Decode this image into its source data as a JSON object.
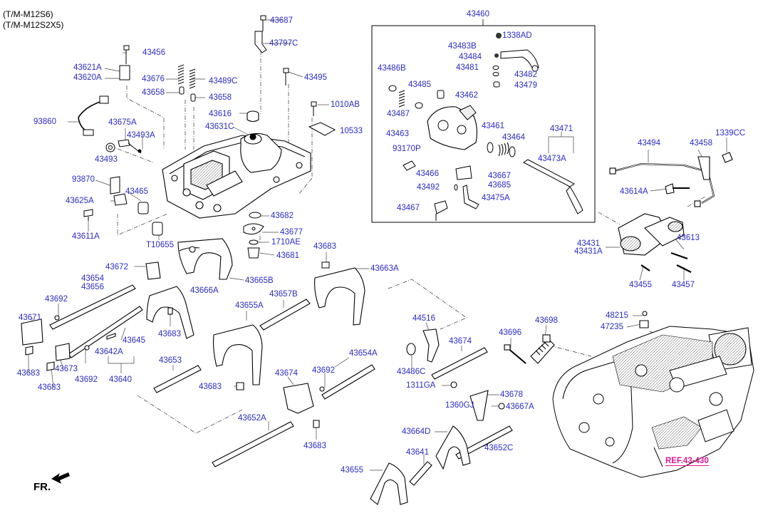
{
  "header": {
    "line1": "(T/M-M12S6)",
    "line2": "(T/M-M12S2X5)"
  },
  "fr_label": "FR.",
  "ref_label": "REF.43-430",
  "labels": {
    "p43687": "43687",
    "p43797C": "43797C",
    "p43460": "43460",
    "p1338AD": "1338AD",
    "p43483B": "43483B",
    "p43484": "43484",
    "p43481": "43481",
    "p43482": "43482",
    "p43479": "43479",
    "p43486B": "43486B",
    "p43485": "43485",
    "p43462": "43462",
    "p43487": "43487",
    "p43463": "43463",
    "p43461": "43461",
    "p43464": "43464",
    "p43471": "43471",
    "p43473A": "43473A",
    "p93170P": "93170P",
    "p43466": "43466",
    "p43667": "43667",
    "p43685": "43685",
    "p43492": "43492",
    "p43475A": "43475A",
    "p43467": "43467",
    "p43456": "43456",
    "p43621A": "43621A",
    "p43620A": "43620A",
    "p43676": "43676",
    "p43489C": "43489C",
    "p43495": "43495",
    "p43658a": "43658",
    "p43658b": "43658",
    "p1010AB": "1010AB",
    "p93860": "93860",
    "p43616": "43616",
    "p10533": "10533",
    "p43675A": "43675A",
    "p43631C": "43631C",
    "p43493A": "43493A",
    "p43493": "43493",
    "p93870": "93870",
    "p43465": "43465",
    "p43625A": "43625A",
    "p43611A": "43611A",
    "p43682": "43682",
    "p43677": "43677",
    "pT10655": "T10655",
    "p1710AE": "1710AE",
    "p43681": "43681",
    "p43683a": "43683",
    "p43663A": "43663A",
    "p43672": "43672",
    "p43654": "43654",
    "p43656": "43656",
    "p43665B": "43665B",
    "p43692a": "43692",
    "p43666A": "43666A",
    "p43657B": "43657B",
    "p43671": "43671",
    "p43655A": "43655A",
    "p43683b": "43683",
    "p43645": "43645",
    "p43642A": "43642A",
    "p43683c": "43683",
    "p43673": "43673",
    "p43692b": "43692",
    "p43640": "43640",
    "p43683d": "43683",
    "p43653": "43653",
    "p43683e": "43683",
    "p43674a": "43674",
    "p43692c": "43692",
    "p44516": "44516",
    "p43674b": "43674",
    "p43654A": "43654A",
    "p43486C": "43486C",
    "p1311GA": "1311GA",
    "p43696": "43696",
    "p43698": "43698",
    "p43678": "43678",
    "p1360GJ": "1360GJ",
    "p43667A": "43667A",
    "p43652A": "43652A",
    "p43664D": "43664D",
    "p43683f": "43683",
    "p43652C": "43652C",
    "p43641": "43641",
    "p43655": "43655",
    "p43494": "43494",
    "p43458": "43458",
    "p1339CC": "1339CC",
    "p43614A": "43614A",
    "p43613": "43613",
    "p43431": "43431",
    "p43431A": "43431A",
    "p43455": "43455",
    "p43457": "43457",
    "p48215": "48215",
    "p47235": "47235"
  }
}
